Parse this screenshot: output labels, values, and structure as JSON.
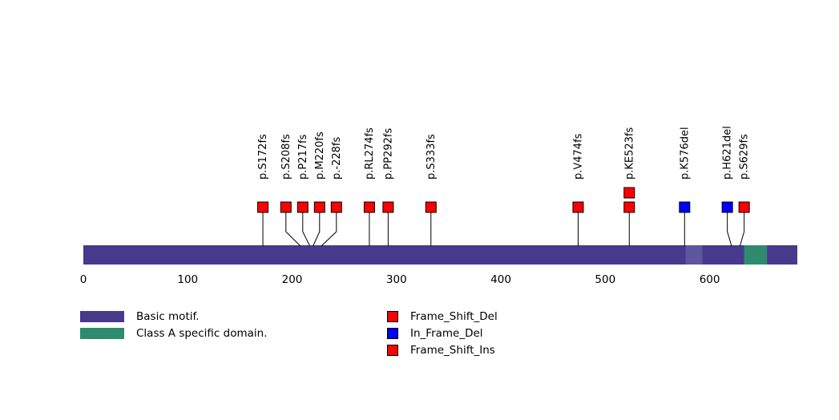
{
  "chart_data": {
    "type": "lollipop",
    "title": "",
    "xlim": [
      0,
      684
    ],
    "x_ticks": [
      0,
      100,
      200,
      300,
      400,
      500,
      600
    ],
    "grid": false,
    "backbone_color": "#473a8c",
    "domains": [
      {
        "name": "Basic motif.",
        "start": 0,
        "end": 684,
        "color": "#473a8c"
      },
      {
        "name": "unlabeled-segment",
        "start": 577,
        "end": 593,
        "color": "#5e569e"
      },
      {
        "name": "Class A specific domain.",
        "start": 633,
        "end": 655,
        "color": "#2e8b6e"
      }
    ],
    "mutations": [
      {
        "label": "p.S172fs",
        "position": 172,
        "color": "#ff0000",
        "count": 1
      },
      {
        "label": "p.S208fs",
        "position": 208,
        "color": "#ff0000",
        "count": 1
      },
      {
        "label": "p.P217fs",
        "position": 217,
        "color": "#ff0000",
        "count": 1
      },
      {
        "label": "p.M220fs",
        "position": 220,
        "color": "#ff0000",
        "count": 1
      },
      {
        "label": "p.-228fs",
        "position": 228,
        "color": "#ff0000",
        "count": 1
      },
      {
        "label": "p.RL274fs",
        "position": 274,
        "color": "#ff0000",
        "count": 1
      },
      {
        "label": "p.PP292fs",
        "position": 292,
        "color": "#ff0000",
        "count": 1
      },
      {
        "label": "p.S333fs",
        "position": 333,
        "color": "#ff0000",
        "count": 1
      },
      {
        "label": "p.V474fs",
        "position": 474,
        "color": "#ff0000",
        "count": 1
      },
      {
        "label": "p.KE523fs",
        "position": 523,
        "color": "#ff0000",
        "count": 2
      },
      {
        "label": "p.K576del",
        "position": 576,
        "color": "#0000ff",
        "count": 1
      },
      {
        "label": "p.H621del",
        "position": 621,
        "color": "#0000ff",
        "count": 1
      },
      {
        "label": "p.S629fs",
        "position": 629,
        "color": "#ff0000",
        "count": 1
      }
    ]
  },
  "legend": {
    "domains": [
      {
        "label": "Basic motif.",
        "color": "#473a8c"
      },
      {
        "label": "Class A specific domain.",
        "color": "#2e8b6e"
      }
    ],
    "mutation_types": [
      {
        "label": "Frame_Shift_Del",
        "color": "#ff0000"
      },
      {
        "label": "In_Frame_Del",
        "color": "#0000ff"
      },
      {
        "label": "Frame_Shift_Ins",
        "color": "#ff0000"
      }
    ]
  }
}
